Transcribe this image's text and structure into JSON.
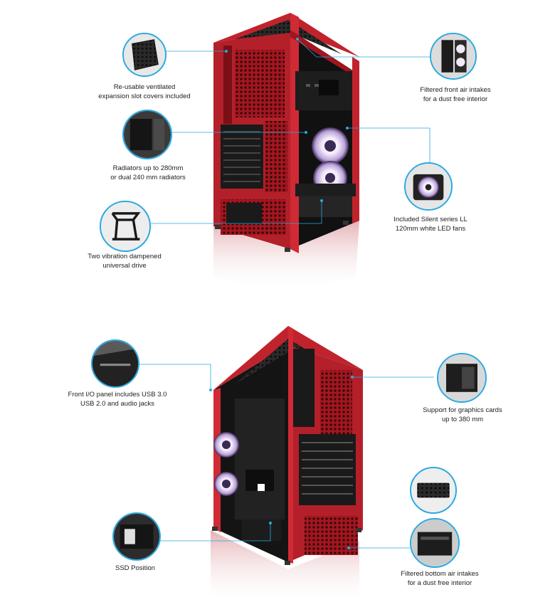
{
  "colors": {
    "accent": "#29a9e1",
    "case_red": "#b3202a",
    "case_dark": "#1c1c1c"
  },
  "top_section": {
    "features": [
      {
        "id": "slot-covers",
        "lines": [
          "Re-usable ventilated",
          "expansion slot covers included"
        ]
      },
      {
        "id": "front-intakes",
        "lines": [
          "Filtered front air intakes",
          "for a dust free interior"
        ]
      },
      {
        "id": "radiators",
        "lines": [
          "Radiators up to 280mm",
          "or dual 240 mm radiators"
        ]
      },
      {
        "id": "led-fans",
        "lines": [
          "Included Silent series LL",
          "120mm white LED fans"
        ]
      },
      {
        "id": "drive-trays",
        "lines": [
          "Two vibration dampened",
          "universal drive"
        ]
      }
    ]
  },
  "bottom_section": {
    "features": [
      {
        "id": "front-io",
        "lines": [
          "Front I/O panel includes USB 3.0",
          "USB 2.0 and audio jacks"
        ]
      },
      {
        "id": "gpu-support",
        "lines": [
          "Support for graphics cards",
          "up to 380 mm"
        ]
      },
      {
        "id": "ssd-position",
        "lines": [
          "SSD Position"
        ]
      },
      {
        "id": "bottom-intakes",
        "lines": [
          "Filtered bottom air intakes",
          "for a dust free interior"
        ]
      }
    ]
  }
}
